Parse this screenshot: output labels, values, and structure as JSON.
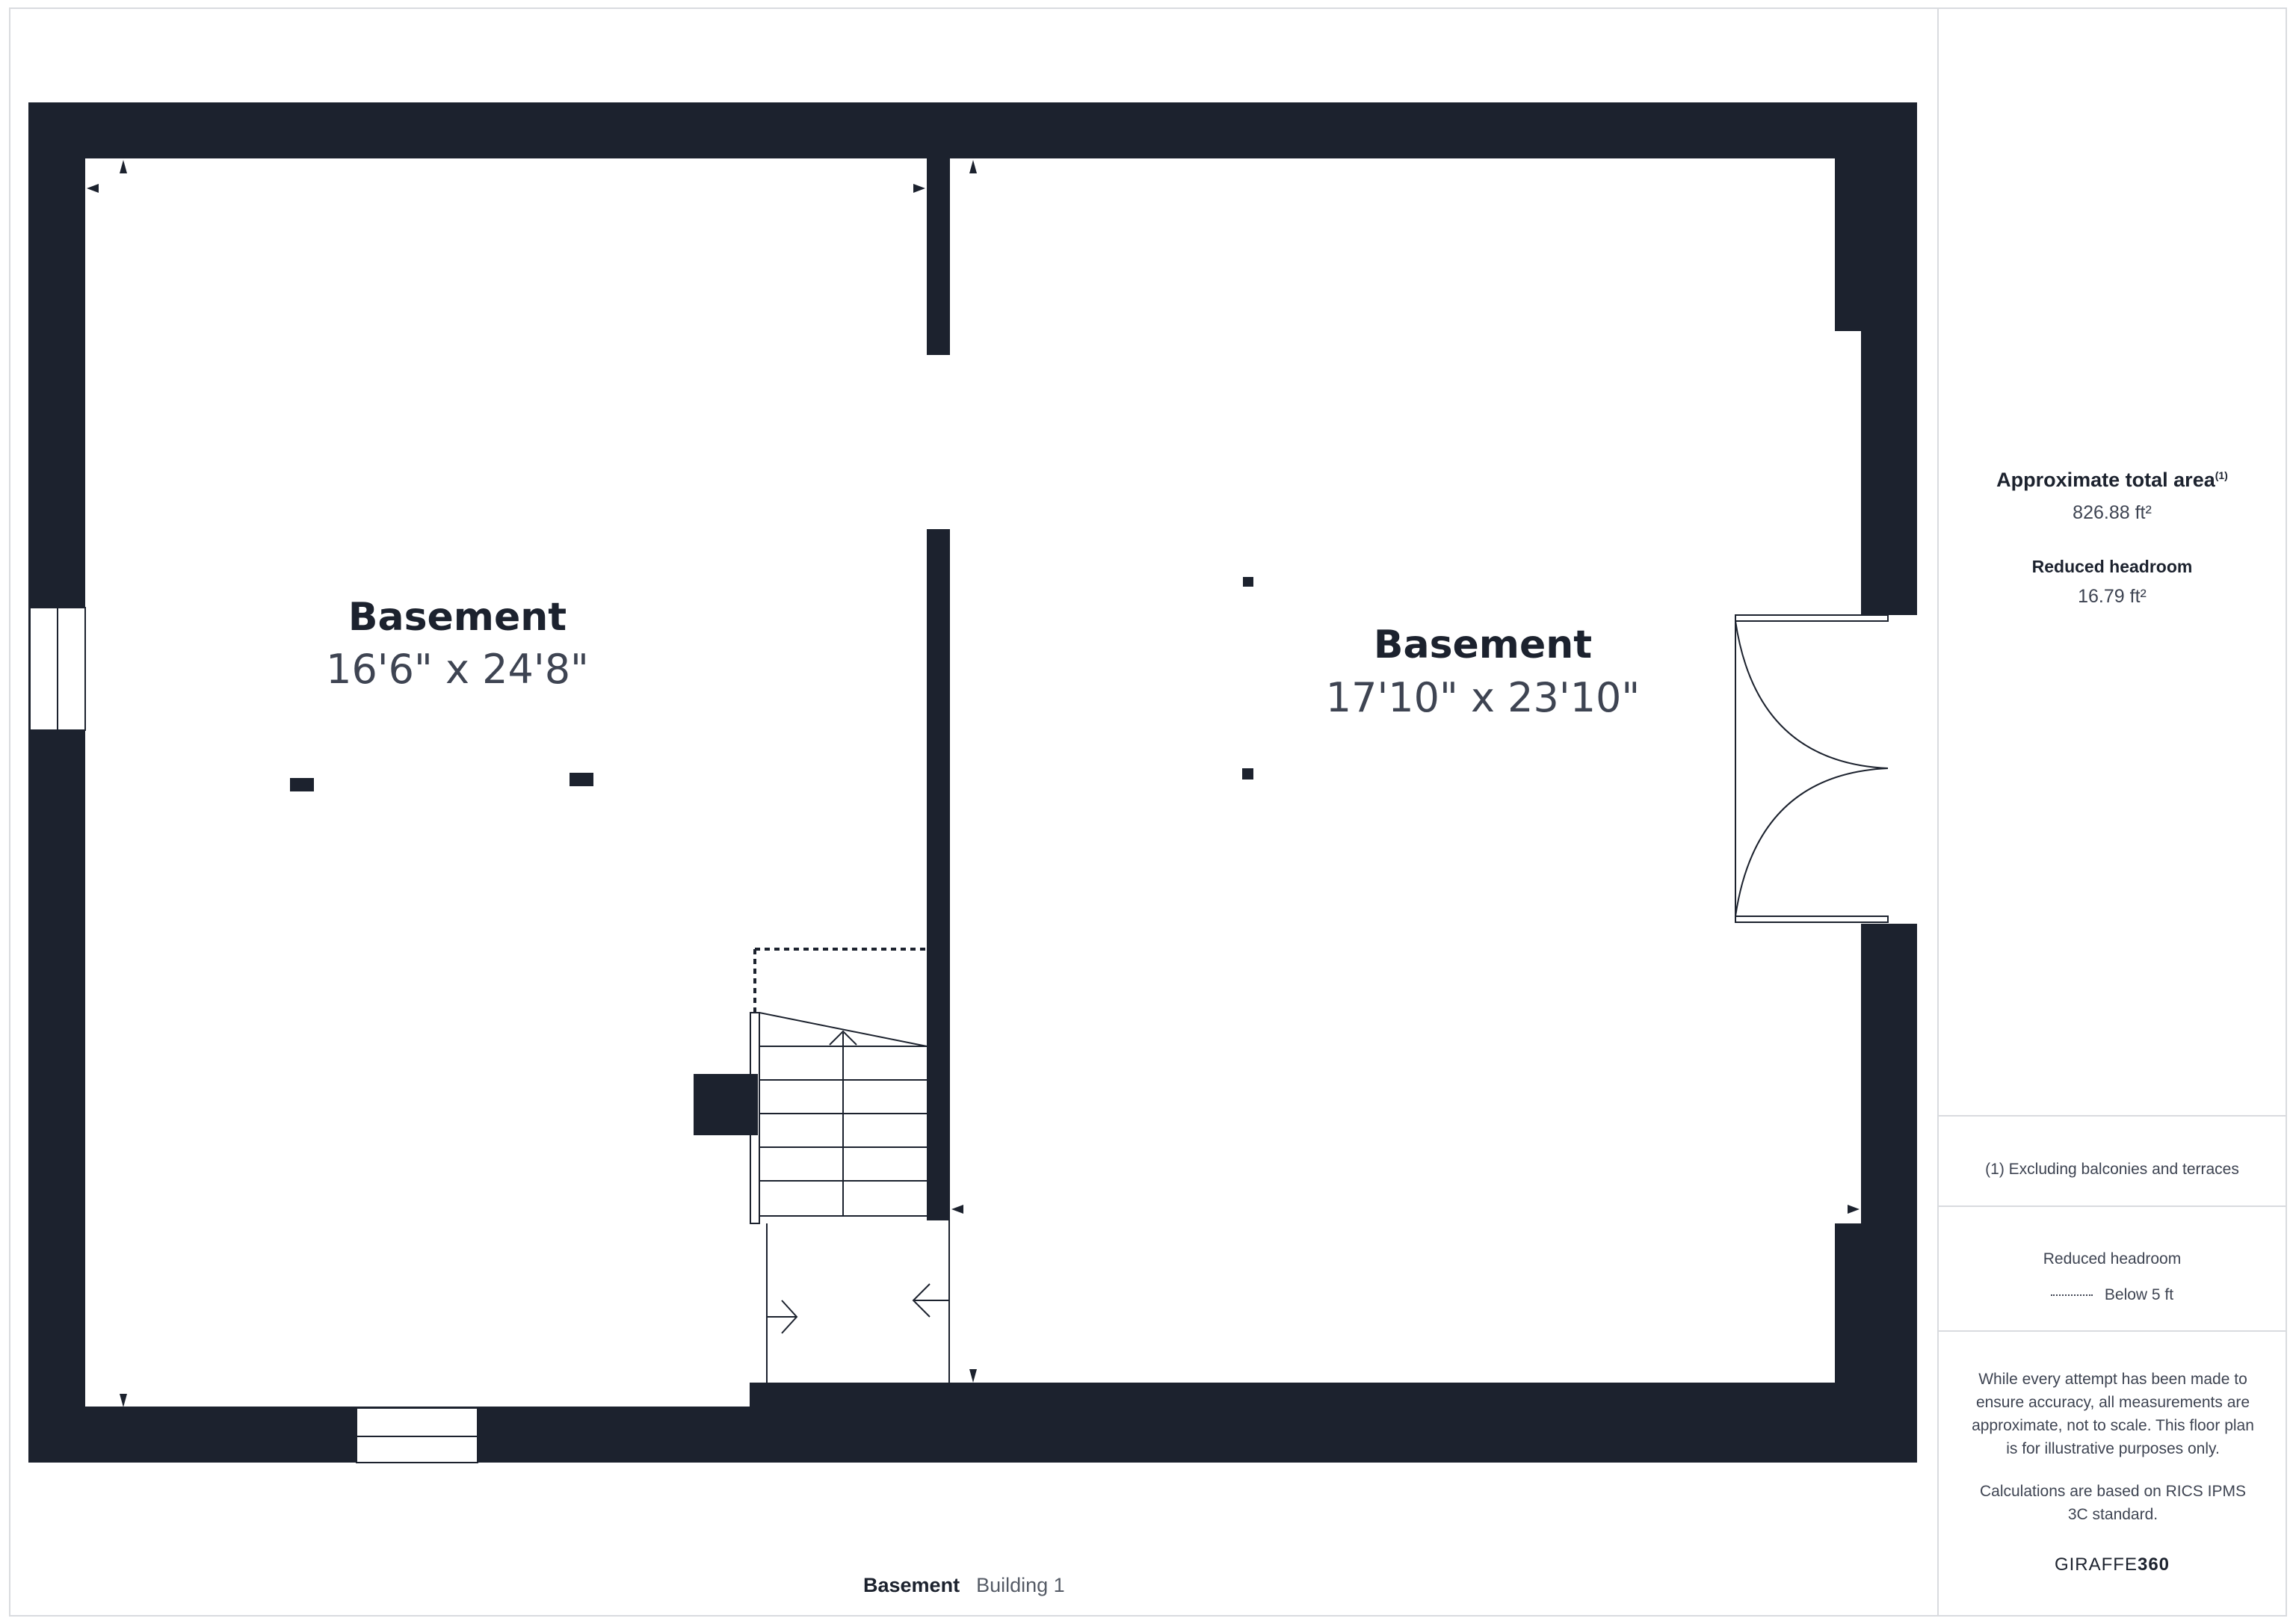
{
  "rooms": [
    {
      "name": "Basement",
      "dimensions": "16'6\" x 24'8\""
    },
    {
      "name": "Basement",
      "dimensions": "17'10\" x 23'10\""
    }
  ],
  "sidebar": {
    "total_area_label": "Approximate total area",
    "total_area_note": "(1)",
    "total_area_value": "826.88 ft²",
    "reduced_headroom_label": "Reduced headroom",
    "reduced_headroom_value": "16.79 ft²",
    "footnote": "(1) Excluding balconies and terraces",
    "legend_title": "Reduced headroom",
    "legend_item": "Below 5 ft",
    "disclaimer_1": "While every attempt has been made to ensure accuracy, all measurements are approximate, not to scale. This floor plan is for illustrative purposes only.",
    "disclaimer_2": "Calculations are based on RICS IPMS 3C standard.",
    "brand_light": "GIRAFFE",
    "brand_bold": "360"
  },
  "footer": {
    "floor": "Basement",
    "building": "Building 1"
  },
  "colors": {
    "wall": "#1c222e",
    "border": "#d9dbdf"
  }
}
